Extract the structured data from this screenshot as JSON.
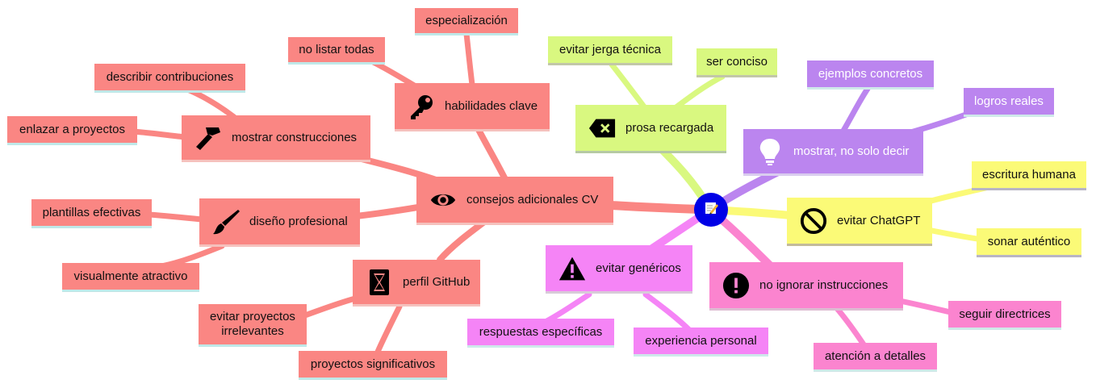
{
  "root": {
    "icon": "memo-icon"
  },
  "branches": {
    "consejos": {
      "label": "consejos adicionales CV",
      "icon": "eye-icon",
      "color": "#fa8683"
    },
    "prosa": {
      "label": "prosa recargada",
      "icon": "backspace-icon",
      "color": "#d9f880"
    },
    "mostrar_decir": {
      "label": "mostrar, no solo decir",
      "icon": "lightbulb-icon",
      "color": "#bb85ef"
    },
    "chatgpt": {
      "label": "evitar ChatGPT",
      "icon": "ban-icon",
      "color": "#fbfa77"
    },
    "instrucciones": {
      "label": "no ignorar instrucciones",
      "icon": "exclamation-circle-icon",
      "color": "#fb84cf"
    },
    "genericos": {
      "label": "evitar genéricos",
      "icon": "warning-icon",
      "color": "#f584f6"
    },
    "habilidades": {
      "label": "habilidades clave",
      "icon": "key-icon"
    },
    "construcciones": {
      "label": "mostrar construcciones",
      "icon": "hammer-icon"
    },
    "diseno": {
      "label": "diseño profesional",
      "icon": "paintbrush-icon"
    },
    "github": {
      "label": "perfil GitHub",
      "icon": "hourglass-icon"
    }
  },
  "leaves": {
    "especializacion": "especialización",
    "no_listar": "no listar todas",
    "describir": "describir contribuciones",
    "enlazar": "enlazar a proyectos",
    "plantillas": "plantillas efectivas",
    "visual": "visualmente atractivo",
    "irrelevantes": "evitar proyectos irrelevantes",
    "significativos": "proyectos significativos",
    "jerga": "evitar jerga técnica",
    "conciso": "ser conciso",
    "ejemplos": "ejemplos concretos",
    "logros": "logros reales",
    "escritura": "escritura humana",
    "autentico": "sonar auténtico",
    "directrices": "seguir directrices",
    "detalles": "atención a detalles",
    "especificas": "respuestas específicas",
    "personal": "experiencia personal"
  }
}
